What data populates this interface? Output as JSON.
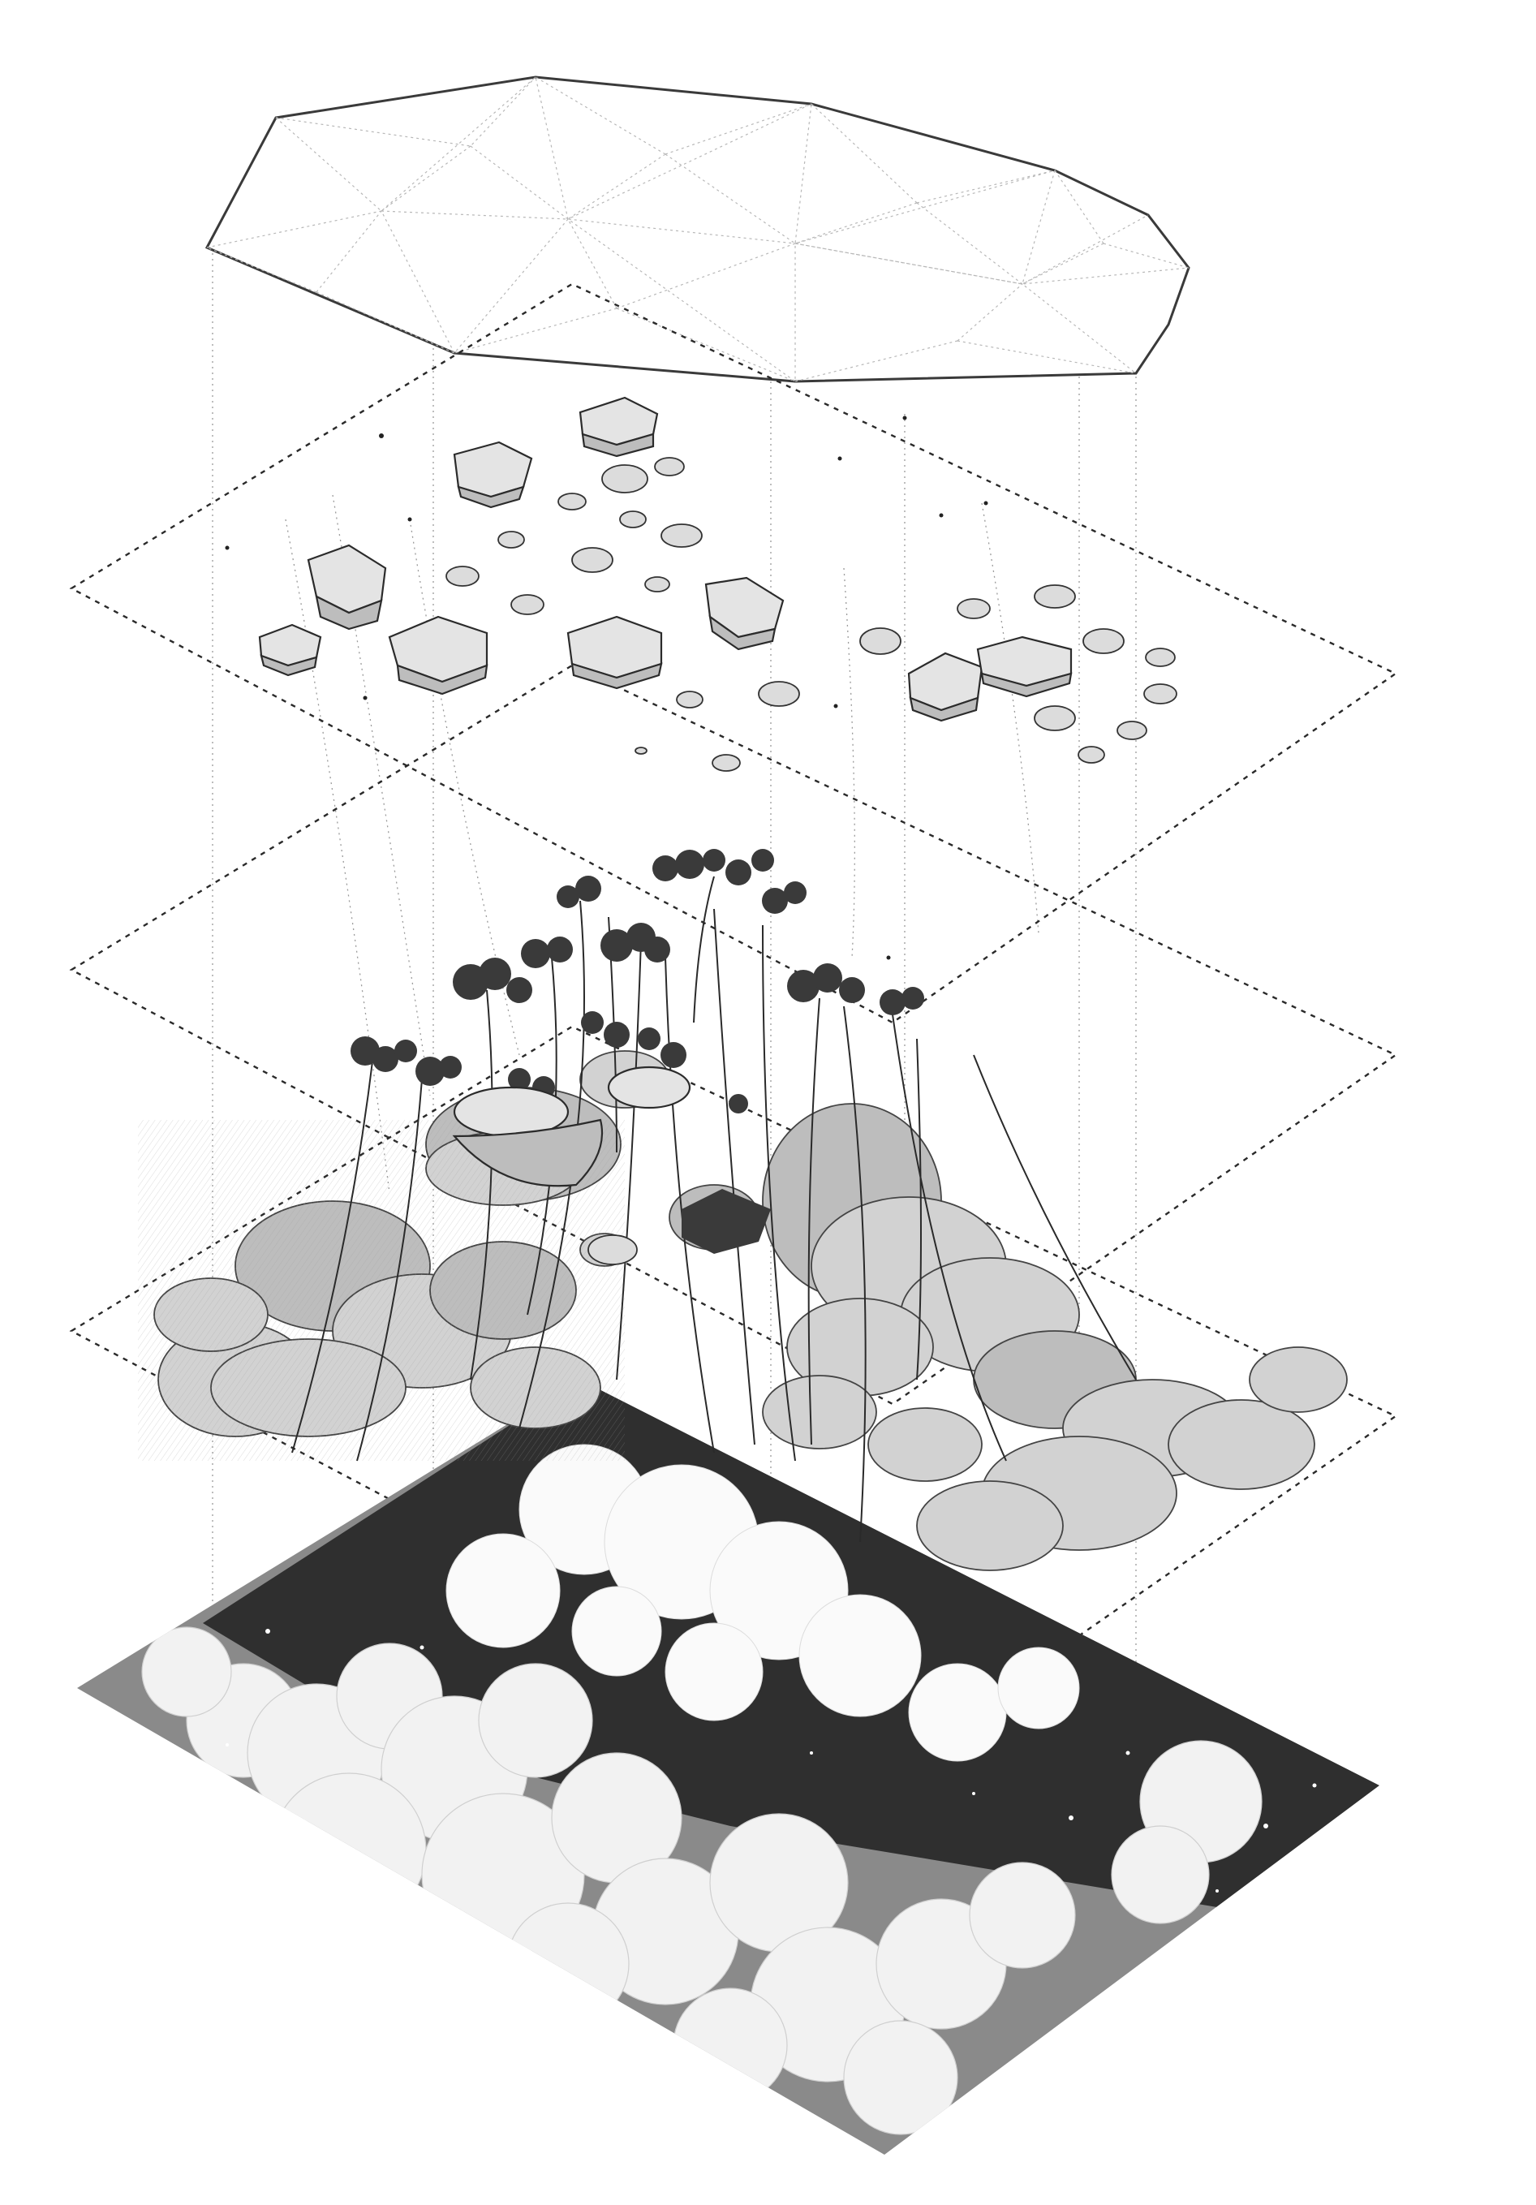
{
  "layers": [
    {
      "id": "roof-canopy",
      "kind": "faceted-roof"
    },
    {
      "id": "stone-layer",
      "kind": "scattered-stones"
    },
    {
      "id": "tree-layer",
      "kind": "tall-stemmed-trees"
    },
    {
      "id": "shrub-layer",
      "kind": "low-vegetation"
    },
    {
      "id": "ground-layer",
      "kind": "textured-ground"
    }
  ],
  "colors": {
    "ink": "#2a2a2a",
    "stone_fill": "#e4e4e4",
    "stone_shade": "#bdbdbd",
    "shrub_fill": "#d2d2d2",
    "ground_dark": "#2f2f2f",
    "ground_light": "#f2f2f2"
  }
}
